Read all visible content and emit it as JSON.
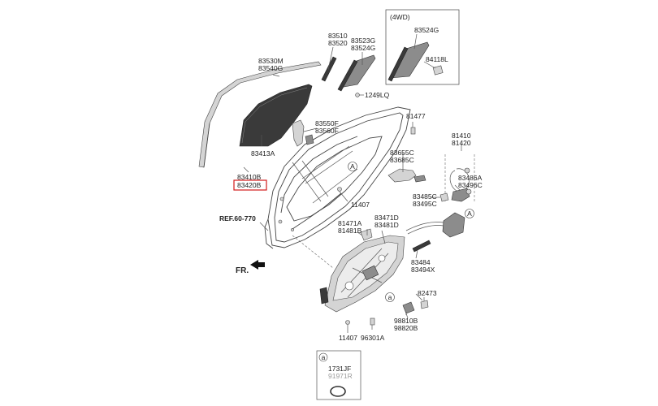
{
  "labels": {
    "l83530": "83530M",
    "l83540": "83540G",
    "l83510": "83510",
    "l83520": "83520",
    "l83523": "83523G",
    "l83524": "83524G",
    "l4wd": "(4WD)",
    "l4wd_83524": "83524G",
    "l84118": "84118L",
    "l1249": "1249LQ",
    "l81477": "81477",
    "l83550": "83550F",
    "l83560": "83560F",
    "l83413": "83413A",
    "l83410": "83410B",
    "l83420": "83420B",
    "l81410": "81410",
    "l81420": "81420",
    "l83655": "83655C",
    "l83685": "83685C",
    "l83486": "83486A",
    "l83496": "83496C",
    "l83485": "83485C",
    "l83495": "83495C",
    "l11407a": "11407",
    "lref": "REF.60-770",
    "l81471": "81471A",
    "l81481": "81481B",
    "l83471": "83471D",
    "l83481": "83481D",
    "l83484": "83484",
    "l83494": "83494X",
    "lfr": "FR.",
    "l82473": "82473",
    "l98810": "98810B",
    "l98820": "98820B",
    "l11407b": "11407",
    "l96301": "96301A",
    "l1731": "1731JF",
    "l91971": "91971R",
    "circle_a1": "A",
    "circle_a2": "A",
    "circle_a3": "a",
    "legend_a": "a"
  },
  "colors": {
    "highlight_border": "#d11a1a",
    "superseded_text": "#9a9a9a"
  }
}
